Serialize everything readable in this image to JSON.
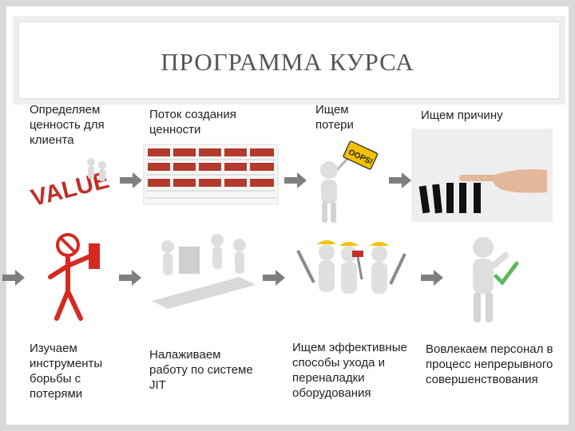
{
  "title": "ПРОГРАММА КУРСА",
  "steps": [
    {
      "label": "Определяем ценность для клиента",
      "image": "value-figures",
      "image_text": "VALUE"
    },
    {
      "label": "Поток создания ценности",
      "image": "value-stream-map"
    },
    {
      "label": "Ищем потери",
      "image": "oops-sign-figure",
      "image_text": "OOPS!"
    },
    {
      "label": "Ищем причину",
      "image": "domino-hand"
    },
    {
      "label": "Изучаем инструменты борьбы с потерями",
      "image": "stop-figure"
    },
    {
      "label": "Налаживаем работу по системе JIT",
      "image": "conveyor-workers"
    },
    {
      "label": "Ищем эффективные способы ухода и переналадки оборудования",
      "image": "repair-team"
    },
    {
      "label": "Вовлекаем персонал в процесс непрерывного совершенствования",
      "image": "checkmark-figure"
    }
  ],
  "colors": {
    "arrow": "#7f7f7f",
    "accent_red": "#c0302a",
    "accent_yellow": "#f2c200",
    "check_green": "#5cb85c"
  }
}
